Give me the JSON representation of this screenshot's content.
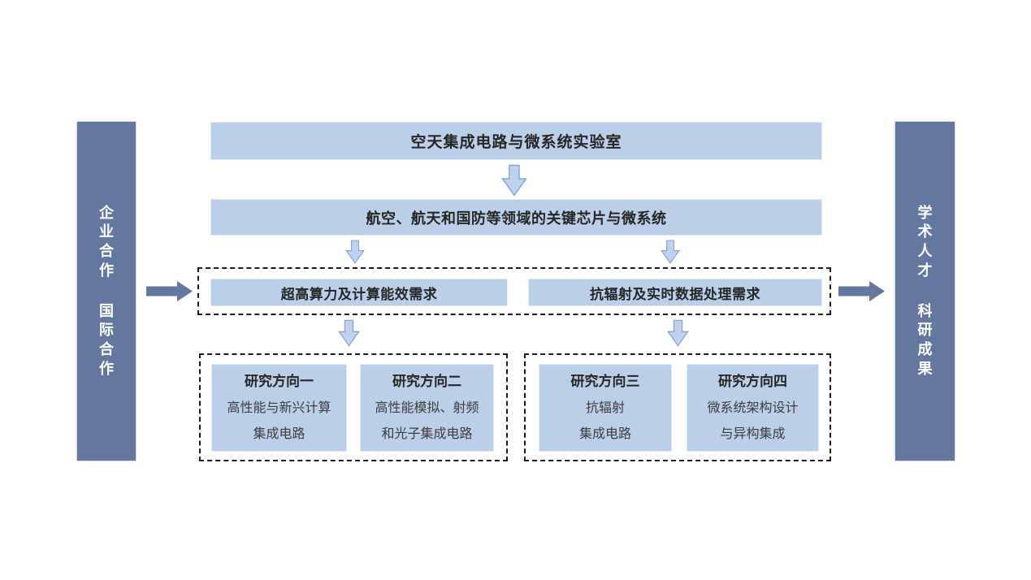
{
  "palette": {
    "box_fill": "#bccfe8",
    "bar_fill": "#64779f",
    "arrow_down_fill": "#bed1ed",
    "arrow_down_stroke": "#8aa5d6",
    "dashed_border": "#1c1c1c",
    "title_text": "#262626",
    "body_text": "#3d3d3d",
    "bar_text": "#ffffff"
  },
  "left_bar": {
    "label_top": "企业合作",
    "label_bottom": "国际合作"
  },
  "right_bar": {
    "label_top": "学术人才",
    "label_bottom": "科研成果"
  },
  "flow": {
    "lab_title": "空天集成电路与微系统实验室",
    "application_domain": "航空、航天和国防等领域的关键芯片与微系统",
    "needs": [
      {
        "label": "超高算力及计算能效需求"
      },
      {
        "label": "抗辐射及实时数据处理需求"
      }
    ],
    "research_directions": [
      {
        "title": "研究方向一",
        "line1": "高性能与新兴计算",
        "line2": "集成电路"
      },
      {
        "title": "研究方向二",
        "line1": "高性能模拟、射频",
        "line2": "和光子集成电路"
      },
      {
        "title": "研究方向三",
        "line1": "抗辐射",
        "line2": "集成电路"
      },
      {
        "title": "研究方向四",
        "line1": "微系统架构设计",
        "line2": "与异构集成"
      }
    ]
  }
}
